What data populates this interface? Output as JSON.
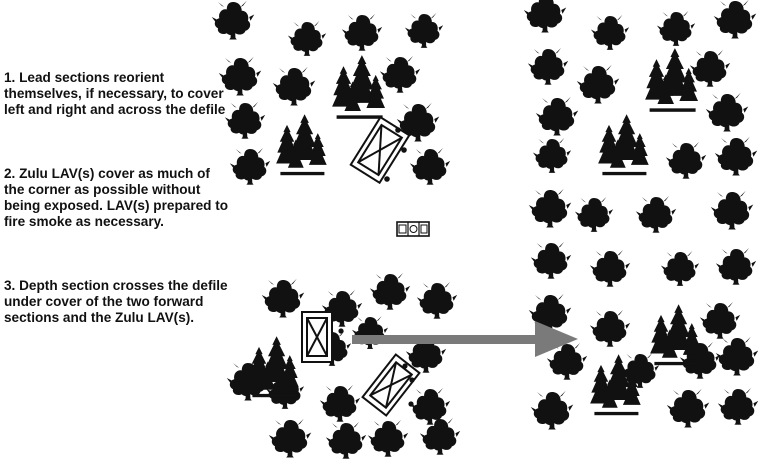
{
  "steps": [
    {
      "text": "1.  Lead sections reorient themselves, if necessary, to cover left and right and across the defile"
    },
    {
      "text": "2.  Zulu LAV(s) cover as much of the corner as possible without being exposed. LAV(s) prepared to fire smoke as necessary."
    },
    {
      "text": "3.  Depth section crosses the defile under cover of the two forward sections and the Zulu LAV(s)."
    }
  ],
  "colors": {
    "tree": "#111111",
    "arrow": "#7a7a7a",
    "symbol": "#111111",
    "background": "#ffffff"
  },
  "icons": {
    "tree": "tree-icon",
    "forest": "forest-cluster-icon",
    "unit": "armor-section-symbol-icon",
    "lav": "lav-vehicle-icon",
    "arrow": "movement-arrow-icon"
  }
}
